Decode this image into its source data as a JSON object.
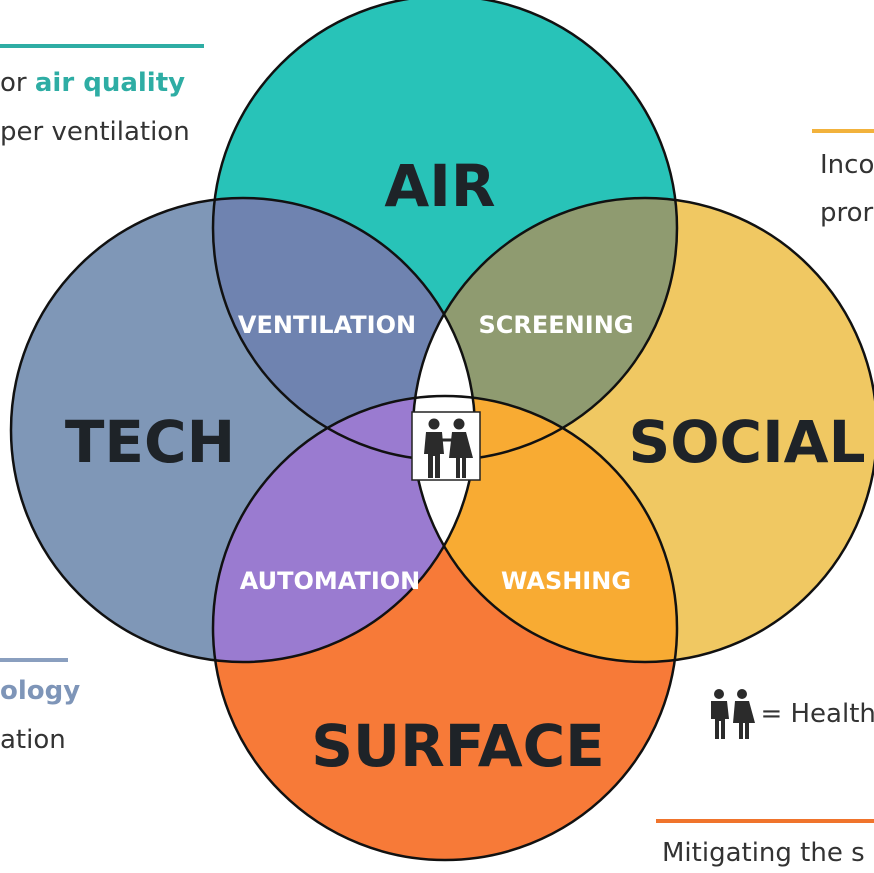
{
  "colors": {
    "air": "#28c3b8",
    "tech": "#7f97b7",
    "social": "#f0c862",
    "surface": "#f77a38",
    "ventilation": "#6f83b0",
    "screening": "#8f9b70",
    "automation": "#9a7bd0",
    "washing": "#f8ab33",
    "outline": "#111111"
  },
  "circles": {
    "air": "AIR",
    "tech": "TECH",
    "social": "SOCIAL",
    "surface": "SURFACE"
  },
  "overlaps": {
    "ventilation": "VENTILATION",
    "screening": "SCREENING",
    "automation": "AUTOMATION",
    "washing": "WASHING"
  },
  "center_icon": "people-icon",
  "side_notes": {
    "air": {
      "prefix": "or ",
      "bold": "air quality",
      "line2": "per ventilation"
    },
    "social": {
      "line1": "Inco",
      "line2": "pror"
    },
    "tech": {
      "bold": "ology",
      "line2": "ation"
    },
    "legend": {
      "icon": "people-icon",
      "text": "= Health"
    },
    "surface": {
      "line1": "Mitigating the s"
    }
  }
}
